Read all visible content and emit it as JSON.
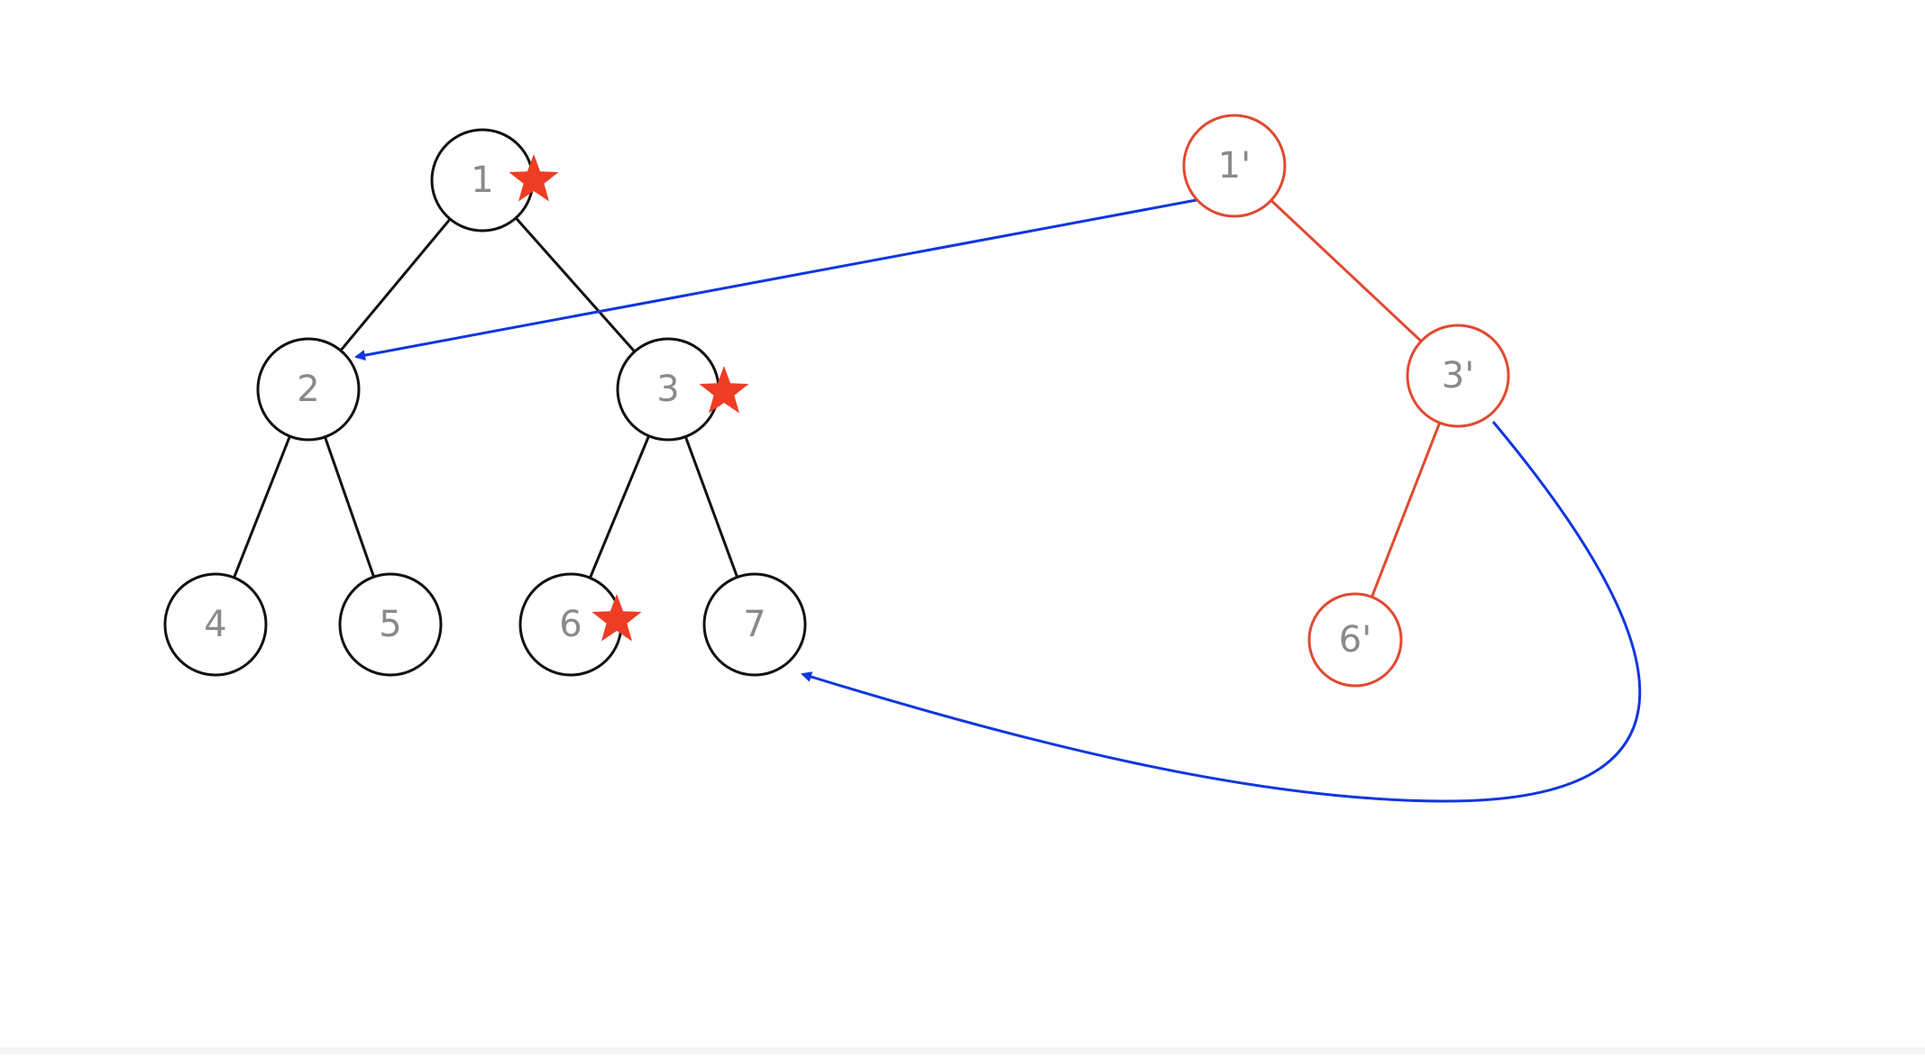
{
  "diagram": {
    "colors": {
      "original_tree": "#111111",
      "copied_tree": "#e04a32",
      "pointer": "#1036e0",
      "star": "#ee3d24",
      "label": "#8a8a8a"
    },
    "original_tree": {
      "nodes": [
        {
          "id": "n1",
          "label": "1",
          "marked": true
        },
        {
          "id": "n2",
          "label": "2",
          "marked": false
        },
        {
          "id": "n3",
          "label": "3",
          "marked": true
        },
        {
          "id": "n4",
          "label": "4",
          "marked": false
        },
        {
          "id": "n5",
          "label": "5",
          "marked": false
        },
        {
          "id": "n6",
          "label": "6",
          "marked": true
        },
        {
          "id": "n7",
          "label": "7",
          "marked": false
        }
      ],
      "edges": [
        [
          "n1",
          "n2"
        ],
        [
          "n1",
          "n3"
        ],
        [
          "n2",
          "n4"
        ],
        [
          "n2",
          "n5"
        ],
        [
          "n3",
          "n6"
        ],
        [
          "n3",
          "n7"
        ]
      ]
    },
    "copied_tree": {
      "nodes": [
        {
          "id": "c1",
          "label": "1'"
        },
        {
          "id": "c3",
          "label": "3'"
        },
        {
          "id": "c6",
          "label": "6'"
        }
      ],
      "edges": [
        [
          "c1",
          "c3"
        ],
        [
          "c3",
          "c6"
        ]
      ]
    },
    "pointers": [
      {
        "from": "c1",
        "to": "n2"
      },
      {
        "from": "c3",
        "to": "n7"
      }
    ],
    "star_icon": "star-icon"
  }
}
